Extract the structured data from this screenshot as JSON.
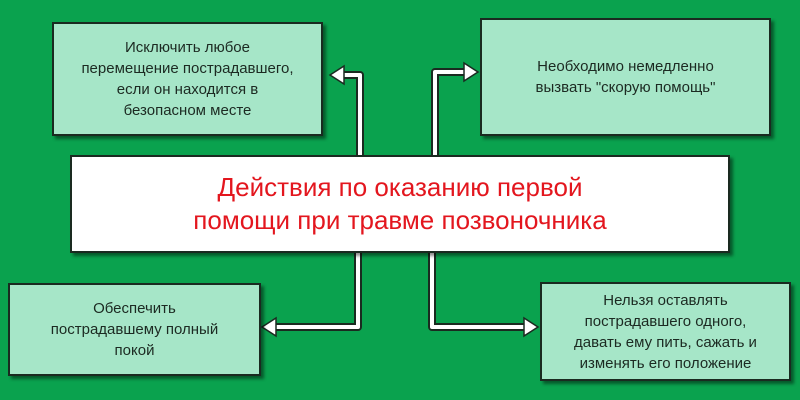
{
  "title": "Действия по оказанию первой\nпомощи при травме позвоночника",
  "boxes": {
    "top_left": "Исключить любое\nперемещение пострадавшего,\nесли он находится в\nбезопасном месте",
    "top_right": "Необходимо немедленно\nвызвать \"скорую помощь\"",
    "bottom_left": "Обеспечить\nпострадавшему полный\nпокой",
    "bottom_right": "Нельзя оставлять\nпострадавшего одного,\nдавать ему пить, сажать и\nизменять его положение"
  },
  "colors": {
    "background": "#0aa24e",
    "box": "#a6e6c8",
    "title": "#e3161e"
  }
}
